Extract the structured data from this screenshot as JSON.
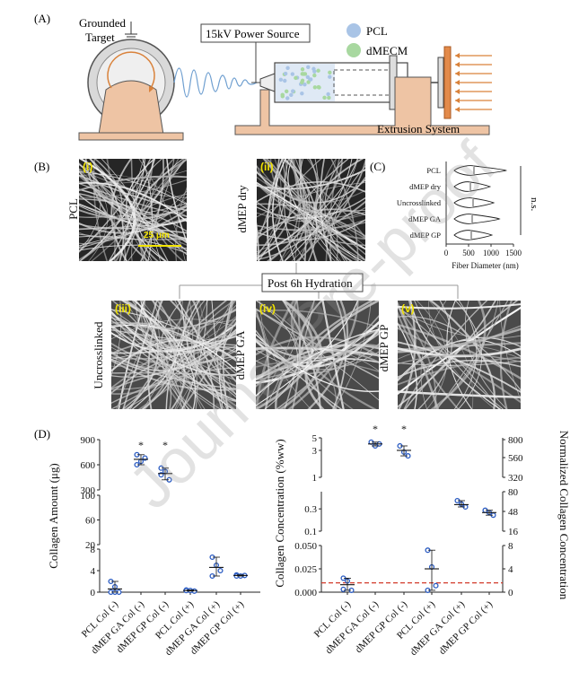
{
  "panel_a": {
    "label": "(A)",
    "target_label_1": "Grounded",
    "target_label_2": "Target",
    "power_label": "15kV Power Source",
    "legend": [
      {
        "name": "PCL",
        "color": "#a9c4e6"
      },
      {
        "name": "dMECM",
        "color": "#a8d8a0"
      }
    ],
    "extrusion_label": "Extrusion System"
  },
  "panel_b": {
    "label": "(B)",
    "images": [
      {
        "tag": "(i)",
        "side_label": "PCL"
      },
      {
        "tag": "(ii)",
        "side_label": "dMEP dry"
      },
      {
        "tag": "(iii)",
        "side_label": "Uncrosslinked"
      },
      {
        "tag": "(iv)",
        "side_label": "dMEP GA"
      },
      {
        "tag": "(v)",
        "side_label": "dMEP GP"
      }
    ],
    "scale_bar": "25 μm",
    "hydration_label": "Post 6h Hydration"
  },
  "panel_c": {
    "label": "(C)",
    "ns": "n.s."
  },
  "panel_d": {
    "label": "(D)"
  },
  "watermark": "Journal Pre-proof",
  "chart_data": [
    {
      "type": "violin",
      "categories": [
        "PCL",
        "dMEP dry",
        "Uncrosslinked",
        "dMEP GA",
        "dMEP GP"
      ],
      "series": [
        {
          "values": [
            620,
            540,
            600,
            580,
            560
          ]
        }
      ],
      "xlabel": "Fiber Diameter (nm)",
      "xticks": [
        0,
        500,
        1000,
        1500
      ],
      "xlim": [
        0,
        1500
      ]
    },
    {
      "type": "scatter",
      "categories": [
        "PCL Col (-)",
        "dMEP GA Col (-)",
        "dMEP GP Col (-)",
        "PCL Col (+)",
        "dMEP GA Col (+)",
        "dMEP GP Col (+)"
      ],
      "series": [
        {
          "values": [
            [
              2,
              1,
              0,
              0,
              0
            ],
            [
              720,
              640,
              680,
              600
            ],
            [
              560,
              520,
              420,
              480
            ],
            [
              0.4,
              0.3,
              0.2,
              0.3
            ],
            [
              6.5,
              5,
              4,
              3
            ],
            [
              3.2,
              3.0,
              3.1,
              3.0
            ]
          ]
        }
      ],
      "means": [
        0.6,
        665,
        495,
        0.3,
        4.6,
        3.1
      ],
      "significant": [
        false,
        true,
        true,
        false,
        false,
        false
      ],
      "ylabel": "Collagen Amount (μg)",
      "yticks": [
        "0",
        "4",
        "8",
        "20",
        "60",
        "100",
        "300",
        "600",
        "900"
      ]
    },
    {
      "type": "scatter",
      "categories": [
        "PCL Col (-)",
        "dMEP GA Col (-)",
        "dMEP GP Col (-)",
        "PCL Col (+)",
        "dMEP GA Col (+)",
        "dMEP GP Col (+)"
      ],
      "series": [
        {
          "values": [
            [
              0.015,
              0.012,
              0.002,
              0.003
            ],
            [
              4.2,
              3.6,
              3.9
            ],
            [
              3.6,
              2.8,
              2.4
            ],
            [
              0.045,
              0.027,
              0.007,
              0.002
            ],
            [
              0.45,
              0.38,
              0.33
            ],
            [
              0.28,
              0.25,
              0.22
            ]
          ]
        }
      ],
      "means": [
        0.008,
        3.9,
        3.0,
        0.025,
        0.37,
        0.25
      ],
      "significant": [
        false,
        true,
        true,
        false,
        false,
        false
      ],
      "ylabel": "Collagen Concentration (%ww)",
      "y2label": "Normalized Collagen Concentration",
      "yticks_left": [
        "0.000",
        "0.025",
        "0.050",
        "0.1",
        "0.3",
        "1",
        "3",
        "5"
      ],
      "yticks_right": [
        "0",
        "4",
        "8",
        "16",
        "48",
        "80",
        "320",
        "560",
        "800"
      ],
      "reference_line": 0.01
    }
  ]
}
